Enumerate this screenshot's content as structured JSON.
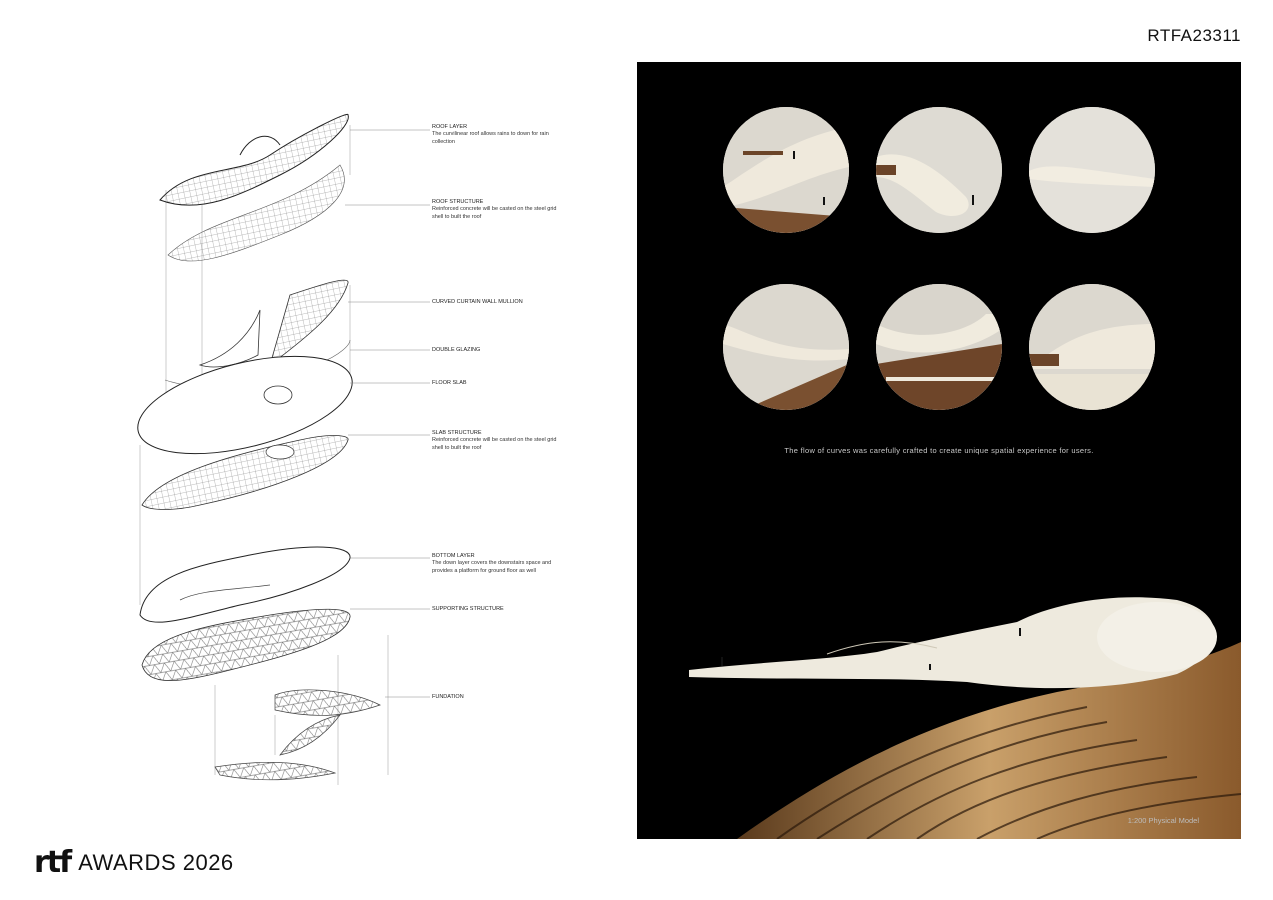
{
  "header": {
    "code": "RTFA23311"
  },
  "diagram": {
    "labels": [
      {
        "title": "ROOF LAYER",
        "desc": "The curvilinear roof allows rains to down for rain collection"
      },
      {
        "title": "ROOF STRUCTURE",
        "desc": "Reinforced concrete will be casted on the steel grid shell to built the roof"
      },
      {
        "title": "CURVED CURTAIN WALL MULLION",
        "desc": ""
      },
      {
        "title": "DOUBLE GLAZING",
        "desc": ""
      },
      {
        "title": "FLOOR SLAB",
        "desc": ""
      },
      {
        "title": "SLAB STRUCTURE",
        "desc": "Reinforced concrete will be casted on the steel grid shell to built the roof"
      },
      {
        "title": "BOTTOM LAYER",
        "desc": "The down layer covers the downstairs space and provides a platform for ground floor as well"
      },
      {
        "title": "SUPPORTING STRUCTURE",
        "desc": ""
      },
      {
        "title": "FUNDATION",
        "desc": ""
      }
    ]
  },
  "panel": {
    "caption": "The flow of curves was carefully crafted to create unique spatial experience for users.",
    "model_label": "1:200 Physical Model"
  },
  "footer": {
    "logo_mark": "rtf",
    "logo_text": "AWARDS 2026"
  }
}
